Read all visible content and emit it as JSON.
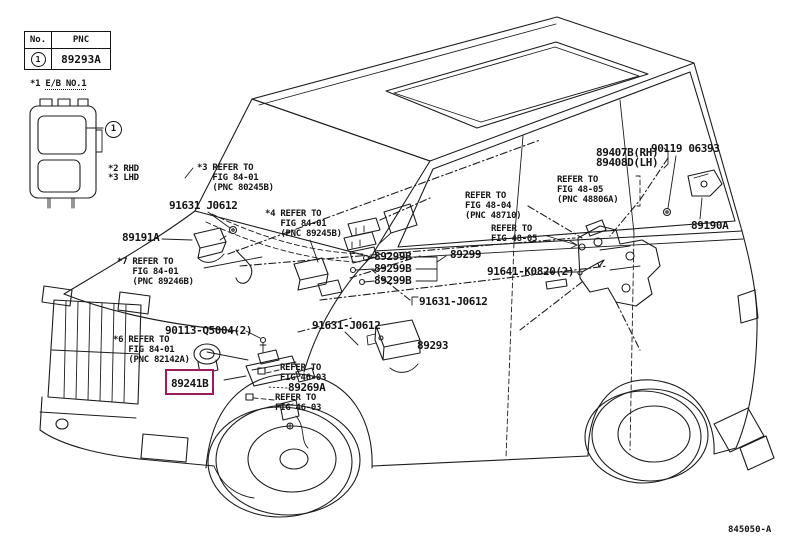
{
  "header_table": {
    "col_no": "No.",
    "col_pnc": "PNC",
    "row": {
      "no": "1",
      "pnc": "89293A"
    }
  },
  "footnotes": {
    "eb_prefix": "*1 ",
    "eb_link": "E/B NO.1",
    "rhd": "*2 RHD",
    "lhd": "*3 LHD"
  },
  "callout": {
    "num": "1"
  },
  "labels": {
    "refer_8401_top": "*3 REFER TO\n   FIG 84-01\n   (PNC 80245B)",
    "p91631_a": "91631 J0612",
    "p89191a": "89191A",
    "refer_8401_left": "*7 REFER TO\n   FIG 84-01\n   (PNC 89246B)",
    "refer_8401_center": "*4 REFER TO\n   FIG 84-01\n   (PNC 89245B)",
    "p89299b_1": "89299B",
    "p89299b_2": "89299B",
    "p89299b_3": "89299B",
    "p89299": "89299",
    "p89407b": "89407B(RH)",
    "p89408d": "89408D(LH)",
    "refer_4805_a": "REFER TO\nFIG 48-05\n(PNC 48806A)",
    "p90119": "90119 06393",
    "refer_4804": "REFER TO\nFIG 48-04\n(PNC 48710)",
    "refer_4805_b": "REFER TO\nFIG 48-05",
    "p89190a": "89190A",
    "p91641": "91641-K0820(2)",
    "p91631_b": "91631-J0612",
    "p89293": "89293",
    "p91631_c": "91631-J0612",
    "p90113": "90113-Q5004(2)",
    "refer_8401_lower": "*6 REFER TO\n   FIG 84-01\n   (PNC 82142A)",
    "p89241b": "89241B",
    "refer_4603_a": "REFER TO\nFIG 46-03",
    "p89269a": "89269A",
    "refer_4603_b": "REFER TO\nFIG 46-03",
    "sheet_code": "845050-A"
  },
  "colors": {
    "highlight": "#9b1c5c",
    "line": "#1c1c1c",
    "background": "#ffffff"
  }
}
